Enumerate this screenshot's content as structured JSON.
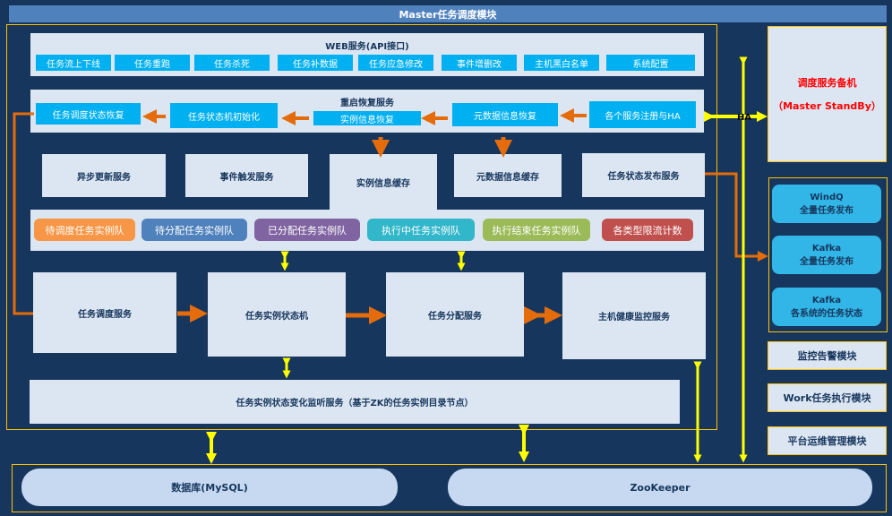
{
  "title": "Master任务调度模块",
  "web": {
    "title": "WEB服务(API接口)",
    "buttons": [
      "任务流上下线",
      "任务重跑",
      "任务杀死",
      "任务补数据",
      "任务应急修改",
      "事件增删改",
      "主机黑白名单",
      "系统配置"
    ]
  },
  "restart": {
    "title": "重启恢复服务",
    "sub": "实例信息恢复",
    "steps": [
      "任务调度状态恢复",
      "任务状态机初始化",
      "元数据信息恢复",
      "各个服务注册与HA"
    ]
  },
  "services_top": {
    "async": "异步更新服务",
    "event": "事件触发服务",
    "instance_cache": "实例信息缓存",
    "meta_cache": "元数据信息缓存",
    "publish": "任务状态发布服务"
  },
  "queues": [
    {
      "label": "待调度任务实例队",
      "color": "#f79646"
    },
    {
      "label": "待分配任务实例队",
      "color": "#4f81bd"
    },
    {
      "label": "已分配任务实例队",
      "color": "#8064a2"
    },
    {
      "label": "执行中任务实例队",
      "color": "#31b6ca"
    },
    {
      "label": "执行结束任务实例队",
      "color": "#9bbb59"
    },
    {
      "label": "各类型限流计数",
      "color": "#c0504d"
    }
  ],
  "core": {
    "schedule": "任务调度服务",
    "state_machine": "任务实例状态机",
    "dispatch": "任务分配服务",
    "health": "主机健康监控服务",
    "listener": "任务实例状态变化监听服务（基于ZK的任务实例目录节点）"
  },
  "ha_label": "HA",
  "standby": {
    "line1": "调度服务备机",
    "line2": "（Master  StandBy）",
    "color": "#ff0000"
  },
  "mq": [
    {
      "name": "WindQ",
      "desc": "全量任务发布"
    },
    {
      "name": "Kafka",
      "desc": "全量任务发布"
    },
    {
      "name": "Kafka",
      "desc": "各系统的任务状态"
    }
  ],
  "modules": [
    "监控告警模块",
    "Work任务执行模块",
    "平台运维管理模块"
  ],
  "storage": {
    "db": "数据库(MySQL)",
    "zk": "ZooKeeper"
  },
  "colors": {
    "background": "#17365d",
    "accent_border": "#ffc000",
    "arrow_orange": "#e46c0a",
    "arrow_yellow": "#ffff00",
    "button_cyan": "#00b0f0"
  }
}
